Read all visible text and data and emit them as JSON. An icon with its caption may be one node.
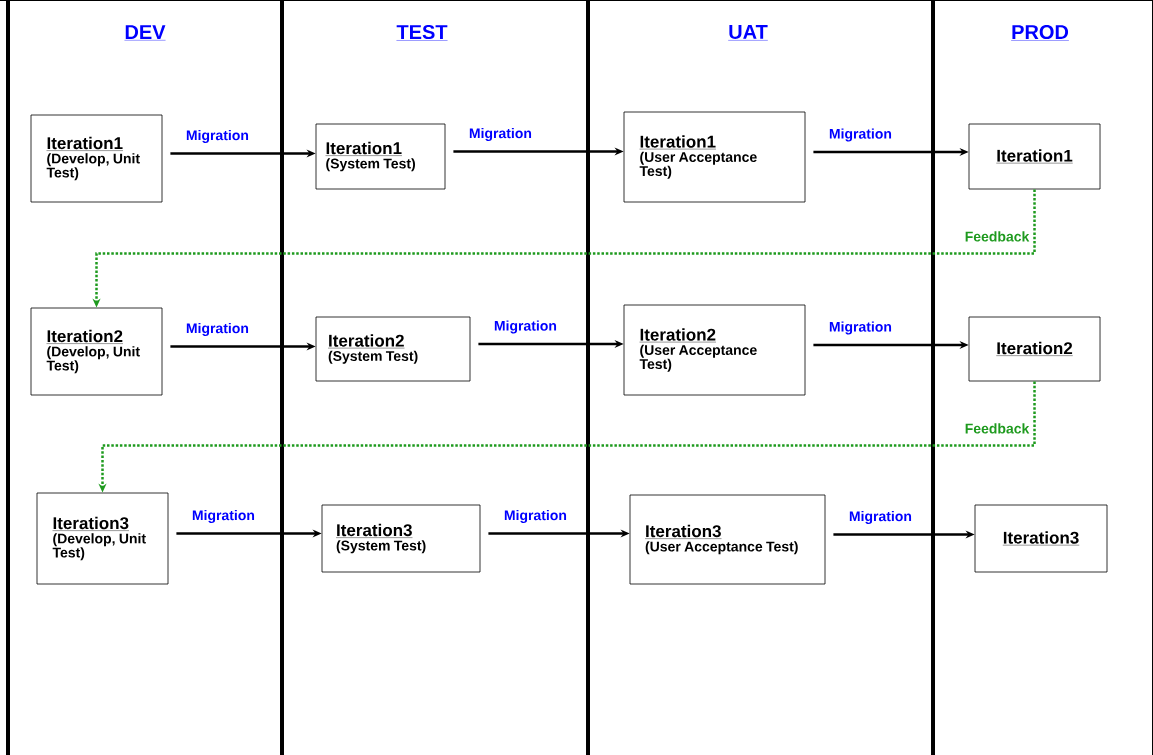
{
  "diagram": {
    "nodes": [
      {
        "text": [
          "Iteration1",
          "(Develop, Unit Test)"
        ]
      },
      {
        "text": [
          "Iteration1",
          "(System Test)"
        ]
      },
      {
        "text": [
          "Iteration1",
          "(User Acceptance Test)"
        ]
      },
      {
        "text": [
          "Iteration1"
        ]
      },
      {
        "text": [
          "Iteration2",
          "(Develop, Unit Test)"
        ]
      },
      {
        "text": [
          "Iteration2",
          "(System Test)"
        ]
      },
      {
        "text": [
          "Iteration2",
          "(User Acceptance Test)"
        ]
      },
      {
        "text": [
          "Iteration2"
        ]
      },
      {
        "text": [
          "Iteration3",
          "(Develop, Unit Test)"
        ]
      },
      {
        "text": [
          "Iteration3",
          "(System Test)"
        ]
      },
      {
        "text": [
          "Iteration3",
          "(User Acceptance Test)"
        ]
      },
      {
        "text": [
          "Iteration3"
        ]
      }
    ],
    "edges": [
      {
        "from": 0,
        "to": 1,
        "arrow": "to",
        "label": "Migration"
      },
      {
        "from": 1,
        "to": 2,
        "arrow": "to",
        "label": "Migration"
      },
      {
        "from": 2,
        "to": 3,
        "arrow": "to",
        "label": "Migration"
      },
      {
        "from": 3,
        "to": 4,
        "arrow": "to",
        "label": "Feedback",
        "style": "dashed",
        "color": "#1e9a1e"
      },
      {
        "from": 4,
        "to": 5,
        "arrow": "to",
        "label": "Migration"
      },
      {
        "from": 5,
        "to": 6,
        "arrow": "to",
        "label": "Migration"
      },
      {
        "from": 6,
        "to": 7,
        "arrow": "to",
        "label": "Migration"
      },
      {
        "from": 7,
        "to": 8,
        "arrow": "to",
        "label": "Feedback",
        "style": "dashed",
        "color": "#1e9a1e"
      },
      {
        "from": 8,
        "to": 9,
        "arrow": "to",
        "label": "Migration"
      },
      {
        "from": 9,
        "to": 10,
        "arrow": "to",
        "label": "Migration"
      },
      {
        "from": 10,
        "to": 11,
        "arrow": "to",
        "label": "Migration"
      }
    ],
    "labels": [
      "DEV",
      "TEST",
      "UAT",
      "PROD"
    ]
  }
}
